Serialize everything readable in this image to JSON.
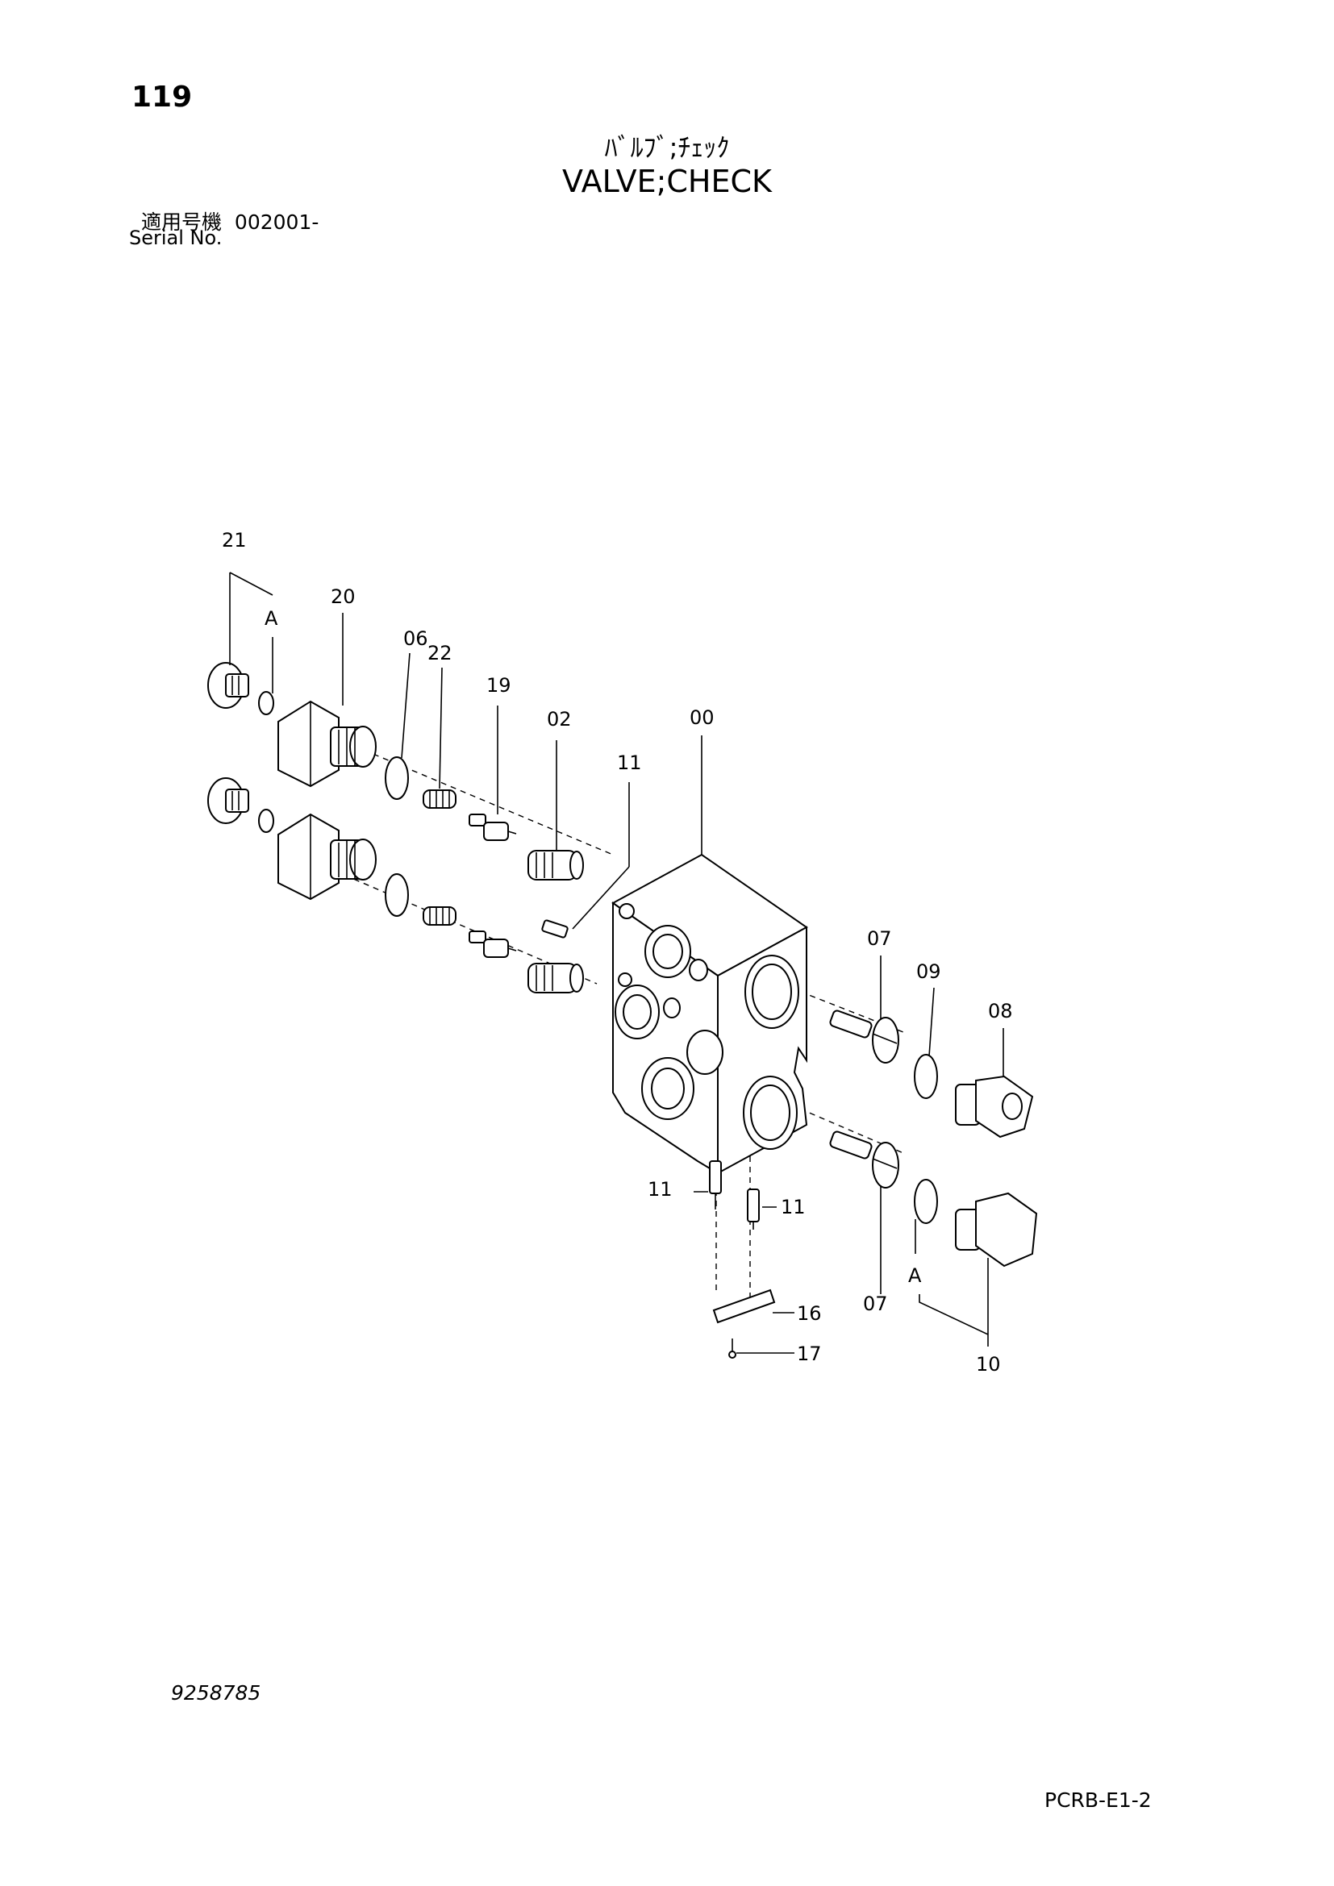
{
  "page_number": "119",
  "title_jp": "ﾊﾞﾙﾌﾞ;ﾁｪｯｸ",
  "title_en": "VALVE;CHECK",
  "serial": {
    "label_jp": "適用号機",
    "value": "002001-",
    "label_en": "Serial No."
  },
  "document_number": "9258785",
  "page_code": "PCRB-E1-2",
  "callouts": {
    "c21": "21",
    "cA_top": "A",
    "c20": "20",
    "c06": "06",
    "c22": "22",
    "c19": "19",
    "c02": "02",
    "c00": "00",
    "c11_top": "11",
    "c07_top": "07",
    "c09": "09",
    "c08": "08",
    "c11_left": "11",
    "c11_right": "11",
    "c07_bottom": "07",
    "cA_bottom": "A",
    "c16": "16",
    "c17": "17",
    "c10": "10"
  }
}
